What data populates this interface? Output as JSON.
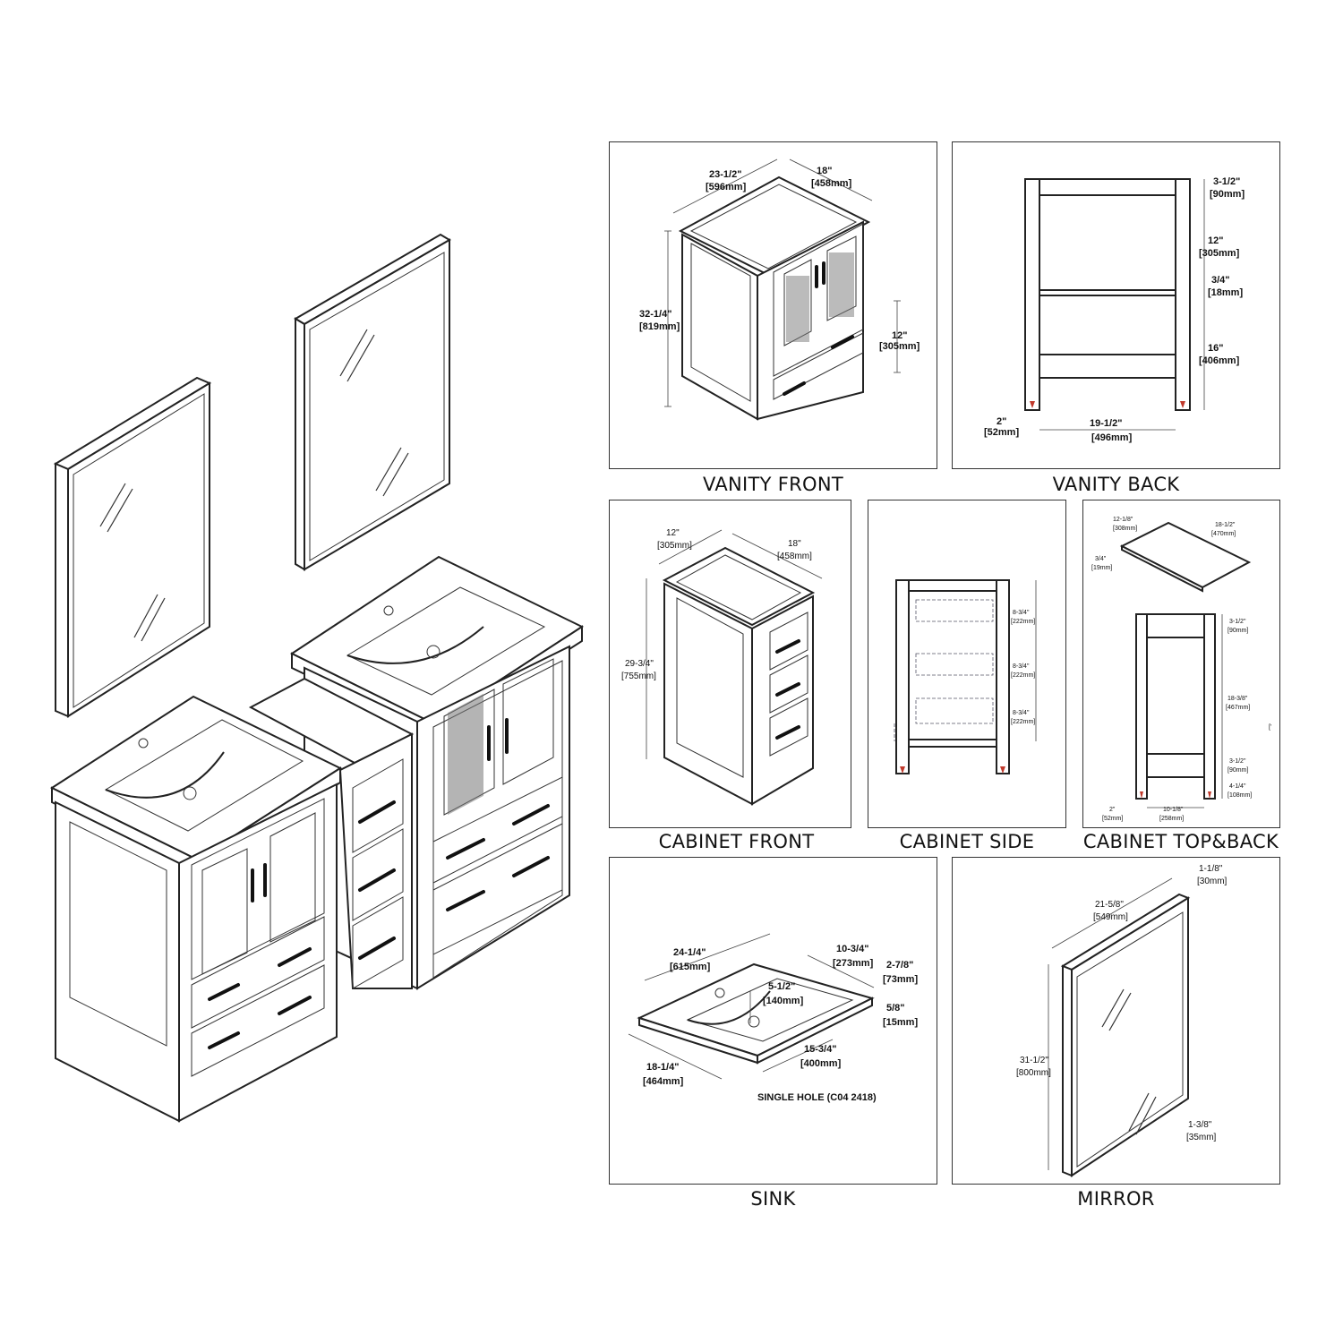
{
  "panels": {
    "vanity_front": {
      "caption": "VANITY FRONT",
      "dims": {
        "width": "23-1/2\"",
        "width_mm": "[596mm]",
        "depth": "18\"",
        "depth_mm": "[458mm]",
        "height": "32-1/4\"",
        "height_mm": "[819mm]",
        "drawer": "12\"",
        "drawer_mm": "[305mm]"
      }
    },
    "vanity_back": {
      "caption": "VANITY BACK",
      "dims": {
        "top": "3-1/2\"",
        "top_mm": "[90mm]",
        "upper": "12\"",
        "upper_mm": "[305mm]",
        "rail": "3/4\"",
        "rail_mm": "[18mm]",
        "lower": "16\"",
        "lower_mm": "[406mm]",
        "leg": "2\"",
        "leg_mm": "[52mm]",
        "width": "19-1/2\"",
        "width_mm": "[496mm]"
      }
    },
    "cabinet_front": {
      "caption": "CABINET FRONT",
      "dims": {
        "width": "12\"",
        "width_mm": "[305mm]",
        "depth": "18\"",
        "depth_mm": "[458mm]",
        "height": "29-3/4\"",
        "height_mm": "[755mm]"
      }
    },
    "cabinet_side": {
      "caption": "CABINET SIDE",
      "dims": {
        "d1": "8-3/4\"",
        "d1_mm": "[222mm]",
        "d2": "8-3/4\"",
        "d2_mm": "[222mm]",
        "d3": "8-3/4\"",
        "d3_mm": "[222mm]"
      }
    },
    "cabinet_top_back": {
      "caption": "CABINET TOP&BACK",
      "dims": {
        "top_w": "12-1/8\"",
        "top_w_mm": "[308mm]",
        "top_d": "18-1/2\"",
        "top_d_mm": "[470mm]",
        "top_t": "3/4\"",
        "top_t_mm": "[19mm]",
        "b1": "3-1/2\"",
        "b1_mm": "[90mm]",
        "b2": "18-3/8\"",
        "b2_mm": "[467mm]",
        "b3": "3-1/2\"",
        "b3_mm": "[90mm]",
        "b4": "4-1/4\"",
        "b4_mm": "[108mm]",
        "leg": "2\"",
        "leg_mm": "[52mm]",
        "width": "10-1/8\"",
        "width_mm": "[258mm]",
        "stray": "['"
      }
    },
    "sink": {
      "caption": "SINK",
      "note": "SINGLE HOLE (C04 2418)",
      "dims": {
        "length": "24-1/4\"",
        "length_mm": "[615mm]",
        "depth": "10-3/4\"",
        "depth_mm": "[273mm]",
        "height": "2-7/8\"",
        "height_mm": "[73mm]",
        "bowl": "5-1/2\"",
        "bowl_mm": "[140mm]",
        "rim": "5/8\"",
        "rim_mm": "[15mm]",
        "bowl_len": "15-3/4\"",
        "bowl_len_mm": "[400mm]",
        "width": "18-1/4\"",
        "width_mm": "[464mm]"
      }
    },
    "mirror": {
      "caption": "MIRROR",
      "dims": {
        "thick": "1-1/8\"",
        "thick_mm": "[30mm]",
        "width": "21-5/8\"",
        "width_mm": "[549mm]",
        "height": "31-1/2\"",
        "height_mm": "[800mm]",
        "frame": "1-3/8\"",
        "frame_mm": "[35mm]"
      }
    }
  }
}
